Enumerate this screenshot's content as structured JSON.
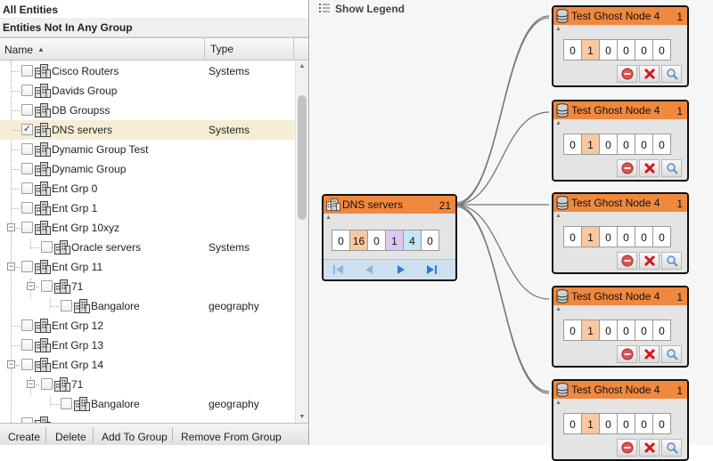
{
  "left_panel": {
    "section_all": "All Entities",
    "section_none": "Entities Not In Any Group",
    "columns": {
      "name": "Name",
      "type": "Type"
    },
    "rows": [
      {
        "label": "Cisco Routers",
        "type": "Systems",
        "checked": false
      },
      {
        "label": "Davids Group",
        "type": "",
        "checked": false
      },
      {
        "label": "DB Groupss",
        "type": "",
        "checked": false
      },
      {
        "label": "DNS servers",
        "type": "Systems",
        "checked": true,
        "selected": true
      },
      {
        "label": "Dynamic Group Test",
        "type": "",
        "checked": false
      },
      {
        "label": "Dynamic Group",
        "type": "",
        "checked": false
      },
      {
        "label": "Ent Grp 0",
        "type": "",
        "checked": false
      },
      {
        "label": "Ent Grp 1",
        "type": "",
        "checked": false
      },
      {
        "label": "Ent Grp 10xyz",
        "type": "",
        "checked": false,
        "expanded": true
      },
      {
        "label": "Oracle servers",
        "type": "Systems",
        "checked": false
      },
      {
        "label": "Ent Grp 11",
        "type": "",
        "checked": false,
        "expanded": true
      },
      {
        "label": "71",
        "type": "",
        "checked": false,
        "expanded": true
      },
      {
        "label": "Bangalore",
        "type": "geography",
        "checked": false
      },
      {
        "label": "Ent Grp 12",
        "type": "",
        "checked": false
      },
      {
        "label": "Ent Grp 13",
        "type": "",
        "checked": false
      },
      {
        "label": "Ent Grp 14",
        "type": "",
        "checked": false,
        "expanded": true
      },
      {
        "label": "71",
        "type": "",
        "checked": false,
        "expanded": true
      },
      {
        "label": "Bangalore",
        "type": "geography",
        "checked": false
      }
    ],
    "buttons": {
      "create": "Create",
      "delete": "Delete",
      "add": "Add To Group",
      "remove": "Remove From Group"
    }
  },
  "canvas": {
    "legend": "Show Legend",
    "source": {
      "title": "DNS servers",
      "count": "21",
      "cells": [
        "0",
        "16",
        "0",
        "1",
        "4",
        "0"
      ]
    },
    "ghosts": [
      {
        "title": "Test Ghost Node 4",
        "count": "1",
        "cells": [
          "0",
          "1",
          "0",
          "0",
          "0",
          "0"
        ]
      },
      {
        "title": "Test Ghost Node 4",
        "count": "1",
        "cells": [
          "0",
          "1",
          "0",
          "0",
          "0",
          "0"
        ]
      },
      {
        "title": "Test Ghost Node 4",
        "count": "1",
        "cells": [
          "0",
          "1",
          "0",
          "0",
          "0",
          "0"
        ]
      },
      {
        "title": "Test Ghost Node 4",
        "count": "1",
        "cells": [
          "0",
          "1",
          "0",
          "0",
          "0",
          "0"
        ]
      },
      {
        "title": "Test Ghost Node 4",
        "count": "1",
        "cells": [
          "0",
          "1",
          "0",
          "0",
          "0",
          "0"
        ]
      }
    ],
    "colors": {
      "header": "#f0883e",
      "highlight": "#f8c8a0",
      "purple": "#dcc8ee",
      "blue": "#c4e6f4",
      "nav": "#cde0f0"
    }
  }
}
